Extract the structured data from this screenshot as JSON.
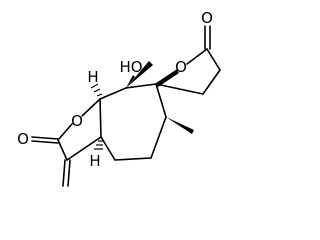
{
  "structure": {
    "atom_labels": {
      "lactone_o_right": "O",
      "spiro_ring_o": "O",
      "hydroxyl": "HO",
      "lactone_o_left_ring": "O",
      "lactone_o_left_carbonyl": "O",
      "h_upper": "H",
      "h_lower": "H"
    }
  }
}
